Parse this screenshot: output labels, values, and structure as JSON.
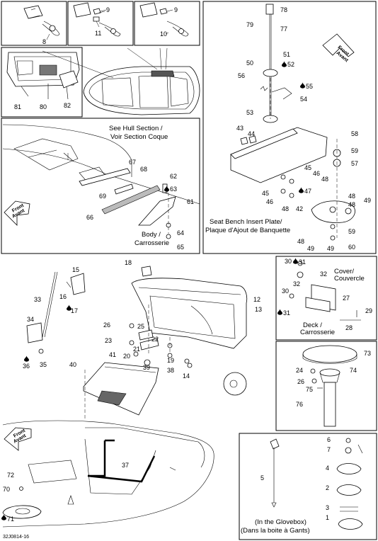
{
  "callouts": {
    "c1": "1",
    "c2": "2",
    "c3": "3",
    "c4": "4",
    "c5": "5",
    "c6": "6",
    "c7": "7",
    "c8": "8",
    "c9": "9",
    "c10": "10",
    "c11": "11",
    "c12": "12",
    "c13": "13",
    "c14": "14",
    "c15": "15",
    "c16": "16",
    "c17": "17",
    "c18": "18",
    "c19": "19",
    "c20": "20",
    "c21": "21",
    "c22": "22",
    "c23": "23",
    "c24": "24",
    "c25": "25",
    "c26": "26",
    "c27": "27",
    "c28": "28",
    "c29": "29",
    "c30": "30",
    "c31": "31",
    "c32": "32",
    "c33": "33",
    "c34": "34",
    "c35": "35",
    "c36": "36",
    "c37": "37",
    "c38": "38",
    "c39": "39",
    "c40": "40",
    "c41": "41",
    "c42": "42",
    "c43": "43",
    "c44": "44",
    "c45": "45",
    "c46": "46",
    "c47": "47",
    "c48": "48",
    "c49": "49",
    "c50": "50",
    "c51": "51",
    "c52": "52",
    "c53": "53",
    "c54": "54",
    "c55": "55",
    "c56": "56",
    "c57": "57",
    "c58": "58",
    "c59": "59",
    "c60": "60",
    "c61": "61",
    "c62": "62",
    "c63": "63",
    "c64": "64",
    "c65": "65",
    "c66": "66",
    "c67": "67",
    "c68": "68",
    "c69": "69",
    "c70": "70",
    "c71": "71",
    "c72": "72",
    "c73": "73",
    "c74": "74",
    "c75": "75",
    "c76": "76",
    "c77": "77",
    "c78": "78",
    "c79": "79",
    "c80": "80",
    "c81": "81",
    "c82": "82"
  },
  "notes": {
    "hull_section_en": "See Hull Section /",
    "hull_section_fr": "Voir Section Coque",
    "seat_insert_en": "Seat Bench Insert Plate/",
    "seat_insert_fr": "Plaque d'Ajout de Banquette",
    "body_en": "Body /",
    "body_fr": "Carrosserie",
    "cover_en": "Cover/",
    "cover_fr": "Couvercle",
    "deck_en": "Deck /",
    "deck_fr": "Carrosserie",
    "glovebox_en": "(In the Glovebox)",
    "glovebox_fr": "(Dans la boite à Gants)",
    "front_en": "Front",
    "front_fr": "Avant",
    "drawing_code": "32J0814-16"
  },
  "colors": {
    "line": "#000000",
    "fill": "#ffffff",
    "shade": "#bbbbbb",
    "dark": "#222222"
  },
  "icons": {
    "droplet": "adhesive-drop-icon"
  }
}
